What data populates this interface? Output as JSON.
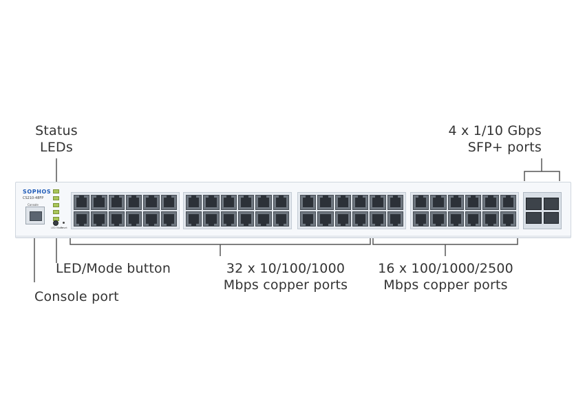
{
  "callouts": {
    "status_leds": [
      "Status",
      "LEDs"
    ],
    "sfp_ports": [
      "4 x 1/10 Gbps",
      "SFP+ ports"
    ],
    "led_mode_button": "LED/Mode button",
    "console_port": "Console port",
    "copper_1g": [
      "32 x 10/100/1000",
      "Mbps copper ports"
    ],
    "copper_25g": [
      "16 x 100/1000/2500",
      "Mbps copper ports"
    ]
  },
  "device": {
    "brand": "SOPHOS",
    "model": "CS210-48FP",
    "console_label": "Console",
    "mode_label": "LED Mode",
    "reset_label": "Reset"
  },
  "colors": {
    "chassis": "#f6f8fb",
    "brand_blue": "#1f5bb8",
    "leader_lines": "#555555",
    "led_green": "#a9c65a"
  },
  "icons": {
    "rj45": "rj45-port-icon",
    "sfp": "sfp-cage-icon",
    "led": "status-led-icon"
  }
}
